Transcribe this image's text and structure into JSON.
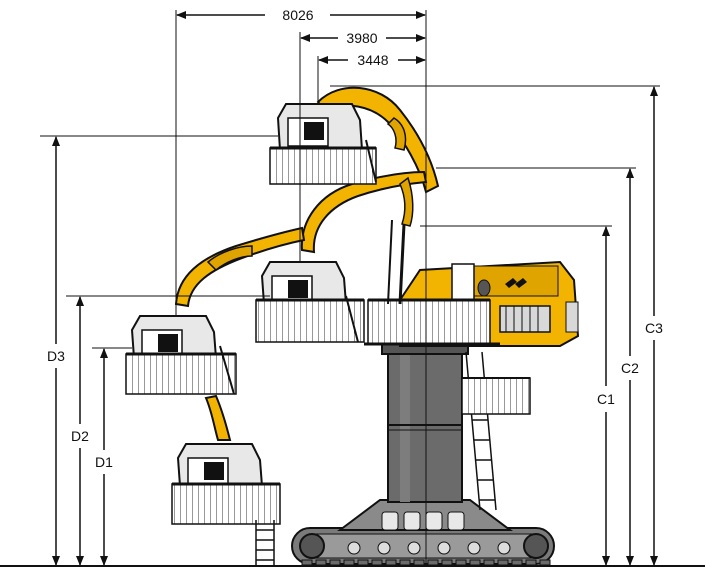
{
  "dimensions": {
    "horizontal": [
      {
        "label": "8026"
      },
      {
        "label": "3980"
      },
      {
        "label": "3448"
      }
    ],
    "vertical_right": [
      {
        "label": "C1"
      },
      {
        "label": "C2"
      },
      {
        "label": "C3"
      }
    ],
    "vertical_left": [
      {
        "label": "D1"
      },
      {
        "label": "D2"
      },
      {
        "label": "D3"
      }
    ]
  },
  "colors": {
    "machine_body": "#f2b400",
    "column": "#6b6b6b",
    "cab": "#e8e8e8",
    "outline": "#111111"
  }
}
